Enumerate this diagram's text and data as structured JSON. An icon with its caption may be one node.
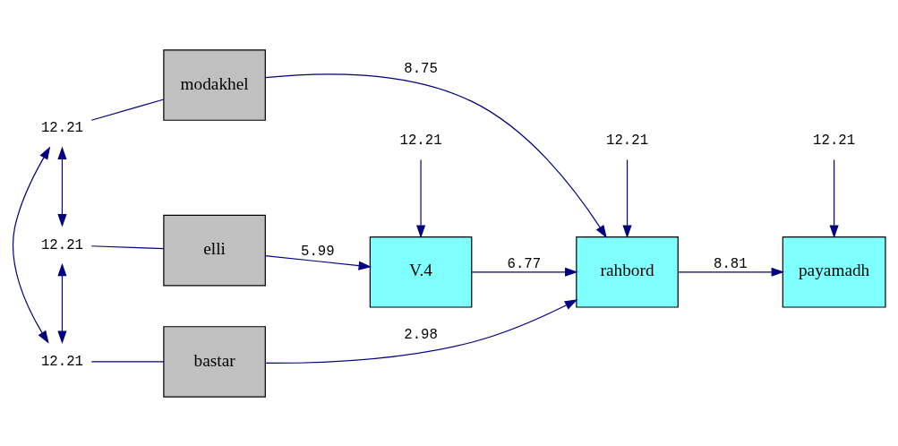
{
  "diagram": {
    "nodes": [
      {
        "text": [
          "modakhel"
        ]
      },
      {
        "text": [
          "elli"
        ]
      },
      {
        "text": [
          "bastar"
        ]
      },
      {
        "text": [
          "V.4"
        ]
      },
      {
        "text": [
          "rahbord"
        ]
      },
      {
        "text": [
          "payamadh"
        ]
      },
      {
        "text": [
          "12.21"
        ]
      },
      {
        "text": [
          "12.21"
        ]
      },
      {
        "text": [
          "12.21"
        ]
      },
      {
        "text": [
          "12.21"
        ]
      },
      {
        "text": [
          "12.21"
        ]
      },
      {
        "text": [
          "12.21"
        ]
      }
    ],
    "edges": [
      {
        "from": 6,
        "to": 0,
        "arrow": "none"
      },
      {
        "from": 7,
        "to": 1,
        "arrow": "none"
      },
      {
        "from": 8,
        "to": 2,
        "arrow": "none"
      },
      {
        "from": 6,
        "to": 7,
        "arrow": "both"
      },
      {
        "from": 7,
        "to": 8,
        "arrow": "both"
      },
      {
        "from": 6,
        "to": 8,
        "arrow": "both"
      },
      {
        "from": 0,
        "to": 4,
        "arrow": "to",
        "label": "8.75"
      },
      {
        "from": 1,
        "to": 3,
        "arrow": "to",
        "label": "5.99"
      },
      {
        "from": 3,
        "to": 4,
        "arrow": "to",
        "label": "6.77"
      },
      {
        "from": 2,
        "to": 4,
        "arrow": "to",
        "label": "2.98"
      },
      {
        "from": 4,
        "to": 5,
        "arrow": "to",
        "label": "8.81"
      },
      {
        "from": 9,
        "to": 3,
        "arrow": "to"
      },
      {
        "from": 10,
        "to": 4,
        "arrow": "to"
      },
      {
        "from": 11,
        "to": 5,
        "arrow": "to"
      }
    ]
  }
}
